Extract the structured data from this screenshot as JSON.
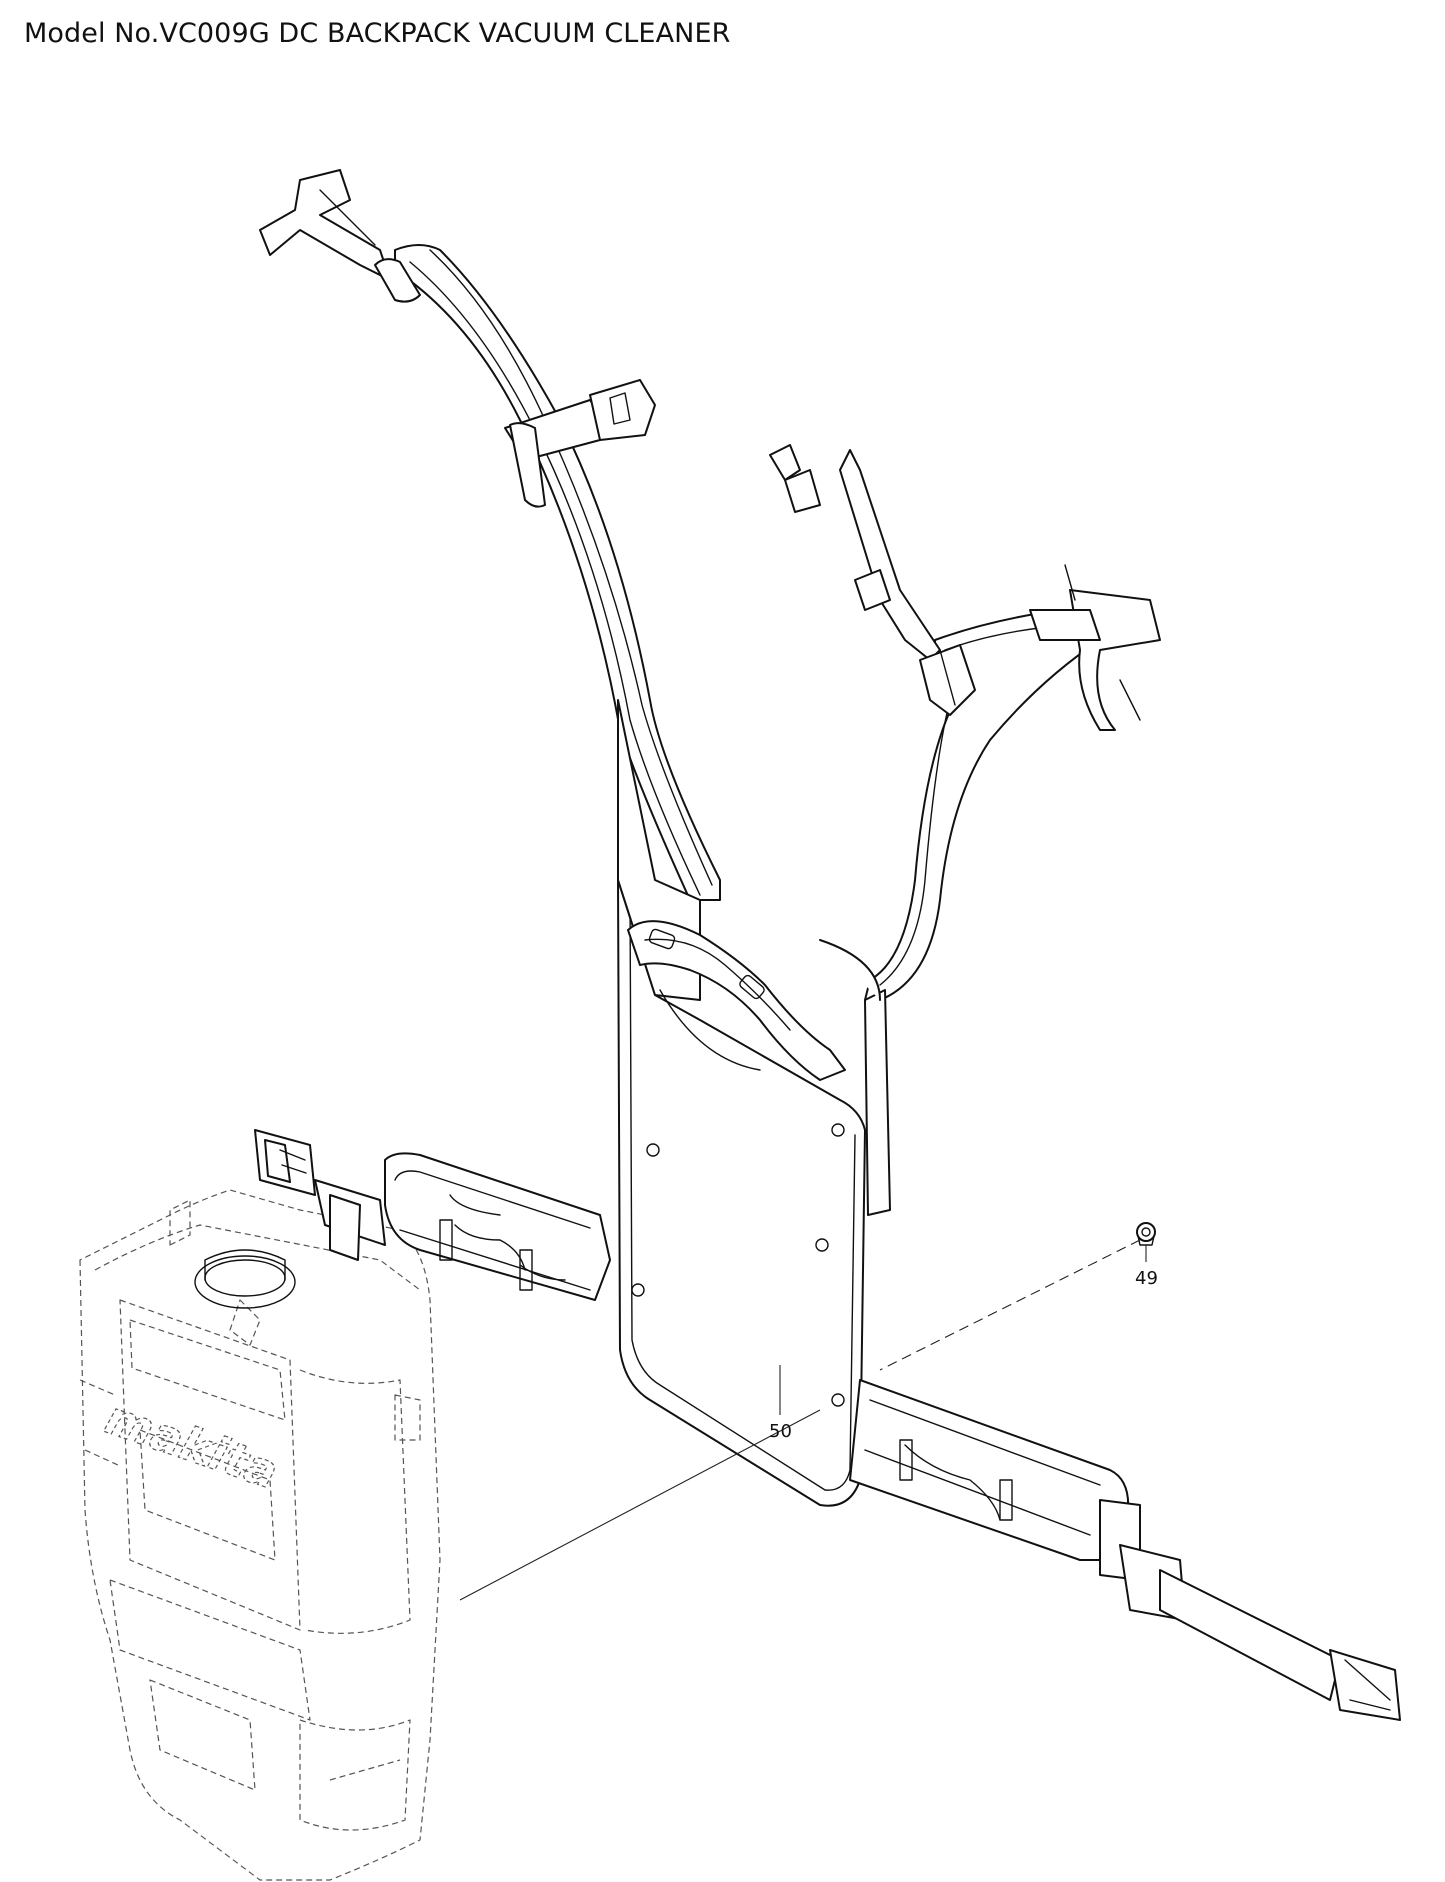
{
  "title": "Model No.VC009G DC BACKPACK VACUUM CLEANER",
  "parts": [
    {
      "callout": "49",
      "name": "screw"
    },
    {
      "callout": "50",
      "name": "backpack harness"
    }
  ],
  "colors": {
    "line": "#111111",
    "background": "#ffffff"
  },
  "logo_text": "makita"
}
